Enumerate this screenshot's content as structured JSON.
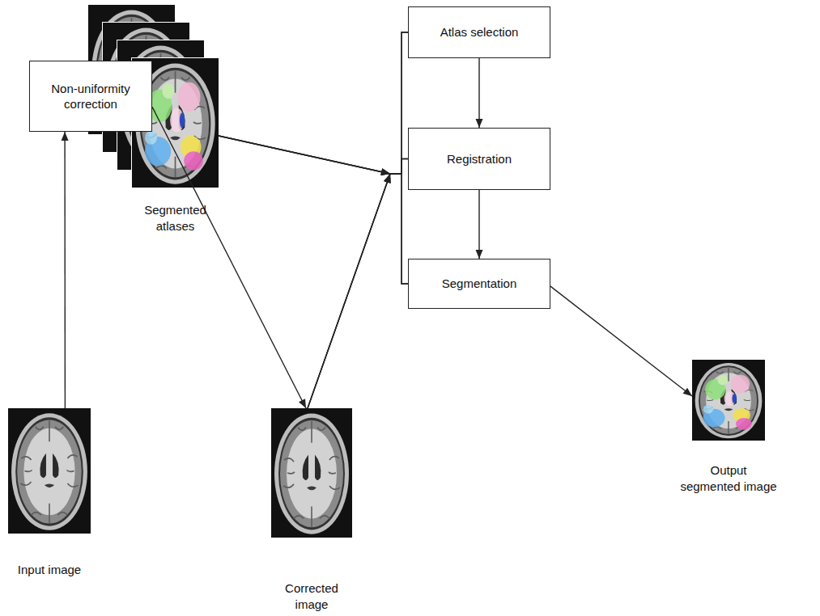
{
  "diagram": {
    "nodes": [
      {
        "text": [
          "Segmented atlases"
        ]
      },
      {
        "text": [
          "Atlas selection"
        ]
      },
      {
        "text": [
          "Non-uniformity correction"
        ]
      },
      {
        "text": [
          "Registration"
        ]
      },
      {
        "text": [
          "Segmentation"
        ]
      },
      {
        "text": [
          "Input image"
        ]
      },
      {
        "text": [
          "Corrected image"
        ]
      },
      {
        "text": [
          "Output segmented image"
        ]
      }
    ],
    "edges": [
      {
        "from": 5,
        "to": 2,
        "arrow": "to"
      },
      {
        "from": 2,
        "to": 6,
        "arrow": "to"
      },
      {
        "from": 0,
        "to": 1,
        "arrow": "to"
      },
      {
        "from": 0,
        "to": 3,
        "arrow": "to"
      },
      {
        "from": 0,
        "to": 4,
        "arrow": "to"
      },
      {
        "from": 6,
        "to": 1,
        "arrow": "to"
      },
      {
        "from": 6,
        "to": 3,
        "arrow": "to"
      },
      {
        "from": 6,
        "to": 4,
        "arrow": "to"
      },
      {
        "from": 1,
        "to": 3,
        "arrow": "to"
      },
      {
        "from": 3,
        "to": 4,
        "arrow": "to"
      },
      {
        "from": 4,
        "to": 7,
        "arrow": "to"
      }
    ]
  }
}
